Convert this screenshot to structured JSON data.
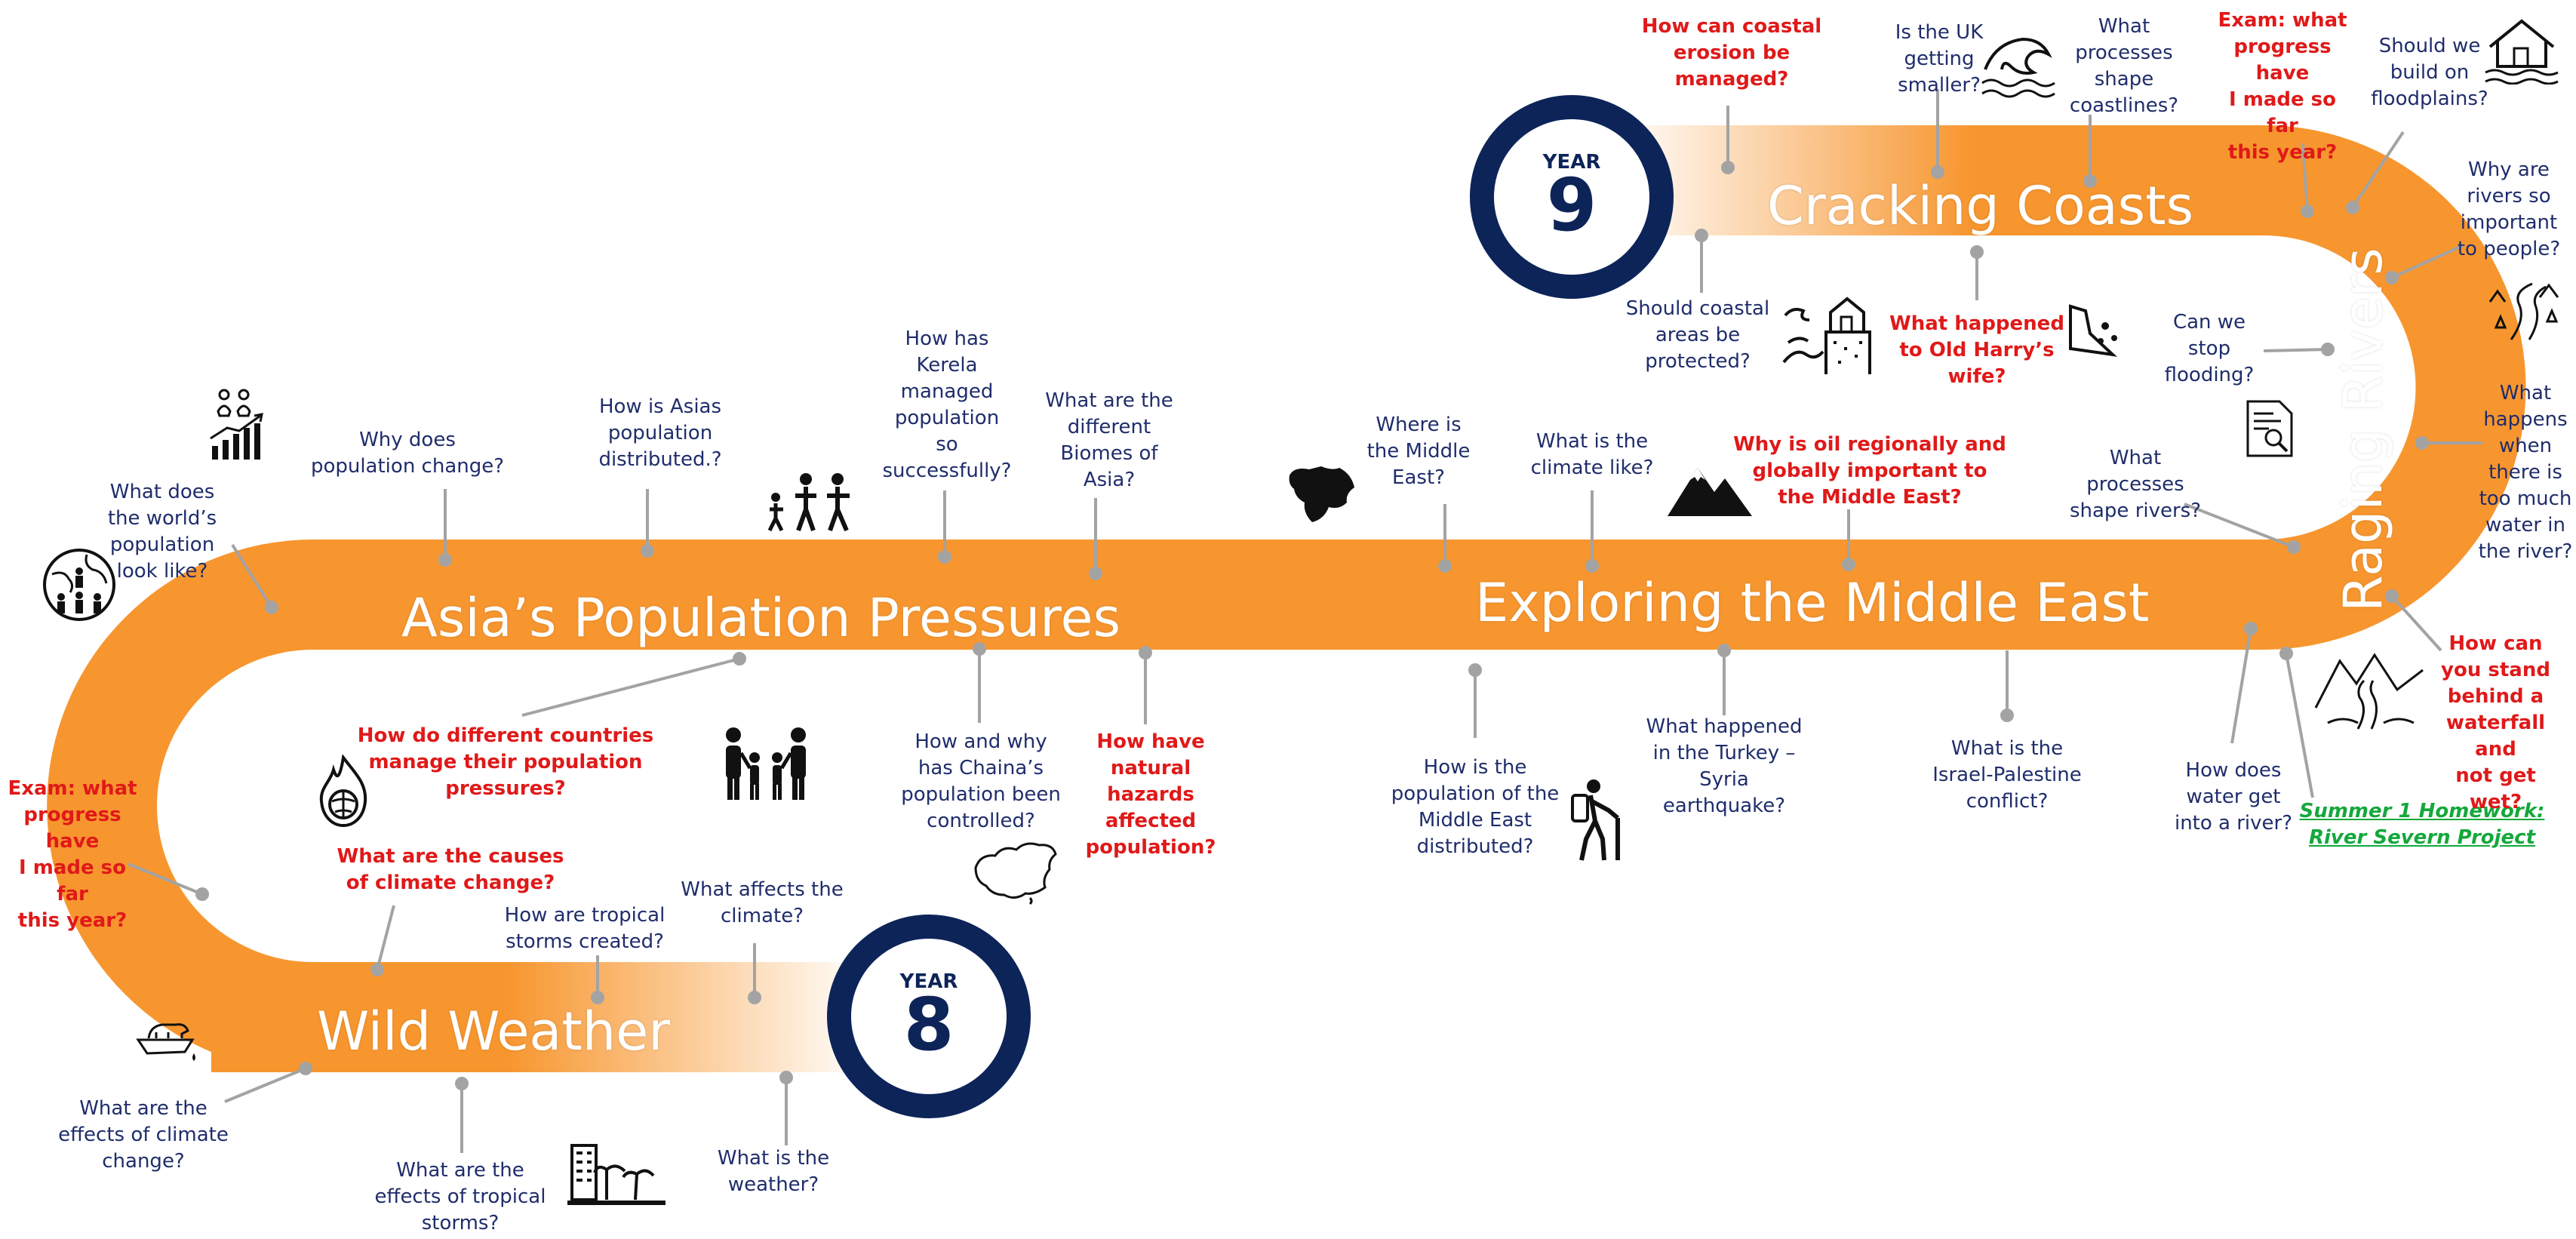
{
  "colors": {
    "path": "#f7962f",
    "path_fade": "#ffffff",
    "badge": "#0d2459",
    "question_text": "#1f2d6b",
    "key_question": "#e01919",
    "homework": "#14a83c",
    "connector": "#a3a3a3"
  },
  "badges": {
    "year8": {
      "label": "YEAR",
      "number": "8"
    },
    "year9": {
      "label": "YEAR",
      "number": "9"
    }
  },
  "topics": {
    "wild_weather": "Wild Weather",
    "asia": "Asia’s Population Pressures",
    "middle_east": "Exploring the Middle East",
    "raging_rivers": "Raging Rivers",
    "cracking_coasts": "Cracking Coasts"
  },
  "questions": {
    "what_is_weather": "What is the\nweather?",
    "effects_tropical_storms": "What are the\neffects of tropical\nstorms?",
    "effects_climate_change": "What are the\neffects of climate\nchange?",
    "affects_climate": "What affects the\nclimate?",
    "tropical_storms_created": "How are tropical\nstorms created?",
    "causes_climate_change": "What are the causes\nof climate change?",
    "exam_y8": "Exam: what\nprogress have\nI made so far\nthis year?",
    "manage_population": "How do different countries\nmanage their population\npressures?",
    "world_population": "What does\nthe world’s\npopulation\nlook like?",
    "why_population_change": "Why does\npopulation change?",
    "asia_distributed": "How is Asias\npopulation\ndistributed.?",
    "kerela": "How has\nKerela\nmanaged\npopulation\nso\nsuccessfully?",
    "biomes": "What are the\ndifferent\nBiomes of\nAsia?",
    "china": "How and why\nhas Chaina’s\npopulation been\ncontrolled?",
    "natural_hazards": "How have\nnatural\nhazards\naffected\npopulation?",
    "where_middle_east": "Where is\nthe Middle\nEast?",
    "me_climate": "What is the\nclimate like?",
    "oil": "Why is oil regionally and\nglobally important to\nthe Middle East?",
    "me_population": "How is the\npopulation of the\nMiddle East\ndistributed?",
    "earthquake": "What happened\nin the Turkey –\nSyria\nearthquake?",
    "israel": "What is the\nIsrael-Palestine\nconflict?",
    "water_into_river": "How does\nwater get\ninto a river?",
    "homework": "Summer 1 Homework:\nRiver Severn Project",
    "waterfall": "How can\nyou stand\nbehind a\nwaterfall and\nnot get wet?",
    "too_much_water": "What\nhappens\nwhen\nthere is\ntoo much\nwater in\nthe river?",
    "shape_rivers": "What\nprocesses\nshape rivers?",
    "stop_flooding": "Can we\nstop\nflooding?",
    "rivers_important": "Why are\nrivers so\nimportant\nto people?",
    "floodplains": "Should we\nbuild on\nfloodplains?",
    "exam_y9": "Exam: what\nprogress have\nI made so far\nthis year?",
    "shape_coastlines": "What\nprocesses\nshape\ncoastlines?",
    "uk_smaller": "Is the UK\ngetting\nsmaller?",
    "coastal_erosion": "How can coastal\nerosion be\nmanaged?",
    "coastal_protected": "Should coastal\nareas be\nprotected?",
    "old_harry": "What happened\nto Old Harry’s\nwife?"
  }
}
